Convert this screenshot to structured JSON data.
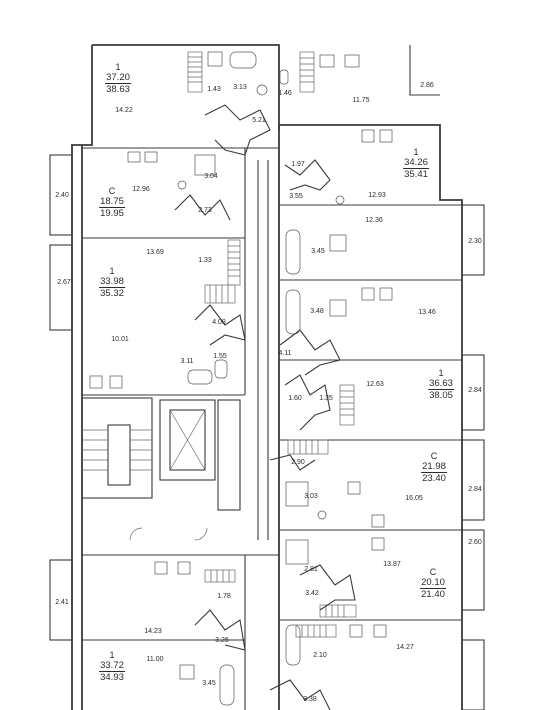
{
  "apartments": [
    {
      "type": "1",
      "area_living": "37.20",
      "area_total": "38.63"
    },
    {
      "type": "С",
      "area_living": "18.75",
      "area_total": "19.95"
    },
    {
      "type": "1",
      "area_living": "33.98",
      "area_total": "35.32"
    },
    {
      "type": "1",
      "area_living": "33.72",
      "area_total": "34.93"
    },
    {
      "type": "1",
      "area_living": "34.26",
      "area_total": "35.41"
    },
    {
      "type": "1",
      "area_living": "36.63",
      "area_total": "38.05"
    },
    {
      "type": "С",
      "area_living": "21.98",
      "area_total": "23.40"
    },
    {
      "type": "С",
      "area_living": "20.10",
      "area_total": "21.40"
    }
  ],
  "room_areas": [
    "14.22",
    "1.43",
    "3.13",
    "1.46",
    "11.75",
    "2.86",
    "5.21",
    "12.96",
    "2.40",
    "3.04",
    "2.73",
    "13.69",
    "1.33",
    "2.67",
    "4.09",
    "10.01",
    "3.11",
    "1.55",
    "1.78",
    "2.41",
    "14.23",
    "3.26",
    "11.00",
    "3.45",
    "1.97",
    "3.55",
    "12.93",
    "12.36",
    "3.45",
    "2.30",
    "3.48",
    "13.46",
    "4.11",
    "1.60",
    "1.35",
    "12.63",
    "2.84",
    "2.90",
    "3.03",
    "16.05",
    "2.84",
    "13.87",
    "2.81",
    "2.60",
    "3.42",
    "2.10",
    "14.27",
    "3.38"
  ]
}
